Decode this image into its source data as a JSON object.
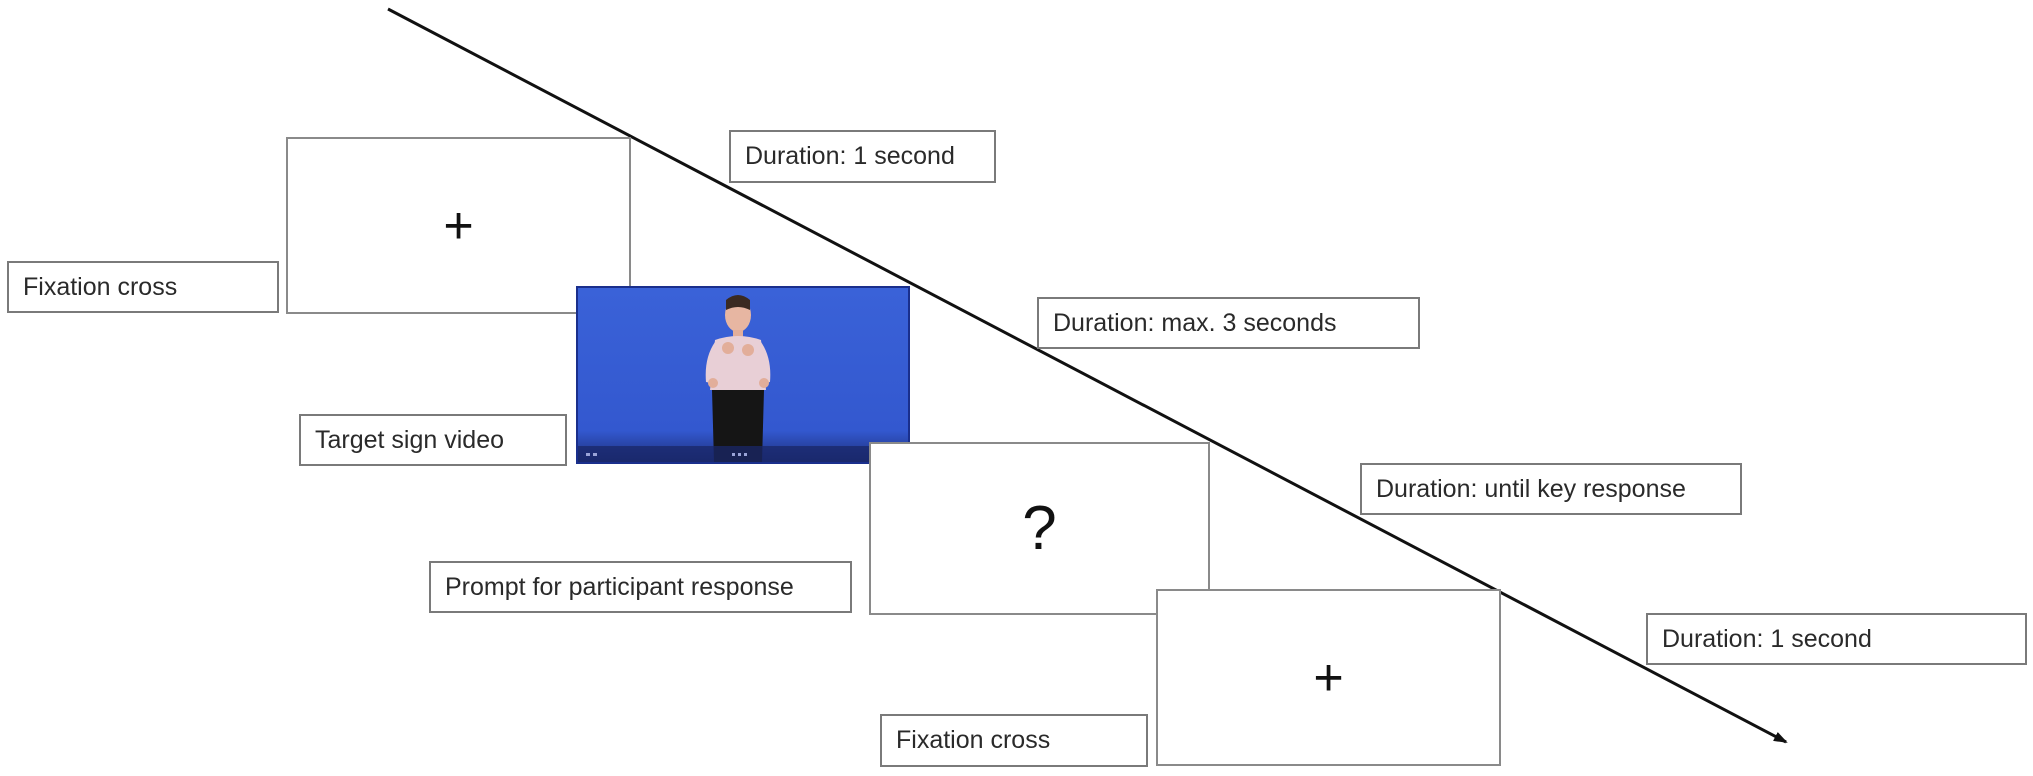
{
  "steps": [
    {
      "screen_symbol": "+",
      "label": "Fixation cross",
      "duration": "Duration: 1 second"
    },
    {
      "screen_symbol": "",
      "label": "Target sign video",
      "duration": "Duration: max. 3 seconds"
    },
    {
      "screen_symbol": "?",
      "label": "Prompt for participant response",
      "duration": "Duration: until key response"
    },
    {
      "screen_symbol": "+",
      "label": "Fixation cross",
      "duration": "Duration: 1 second"
    }
  ],
  "colors": {
    "video_background": "#3358cf",
    "timeline": "#111111",
    "border": "#7a7a7a"
  }
}
